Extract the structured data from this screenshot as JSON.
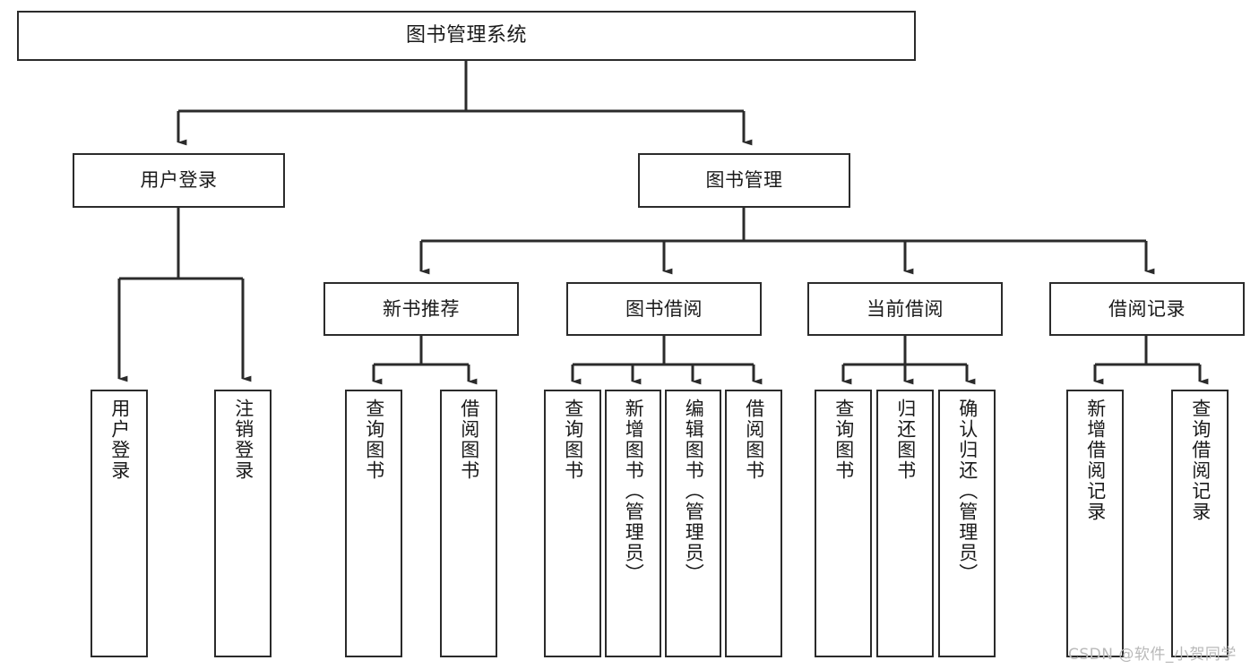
{
  "diagram": {
    "type": "tree-hierarchy",
    "title": "图书管理系统",
    "watermark": "CSDN @软件_小贺同学",
    "colors": {
      "stroke": "#2b2b2b",
      "fill": "#ffffff",
      "text": "#1a1a1a",
      "watermark": "#b9b9b9"
    },
    "nodes": {
      "root": {
        "label": "图书管理系统"
      },
      "level2": [
        {
          "id": "user-login",
          "label": "用户登录"
        },
        {
          "id": "book-manage",
          "label": "图书管理"
        }
      ],
      "level3": [
        {
          "id": "new-book-recommend",
          "label": "新书推荐"
        },
        {
          "id": "book-borrow",
          "label": "图书借阅"
        },
        {
          "id": "current-borrow",
          "label": "当前借阅"
        },
        {
          "id": "borrow-record",
          "label": "借阅记录"
        }
      ],
      "leaves": {
        "user-login": [
          {
            "id": "leaf-user-login",
            "label": "用户登录"
          },
          {
            "id": "leaf-logout-login",
            "label": "注销登录"
          }
        ],
        "new-book-recommend": [
          {
            "id": "leaf-query-book-1",
            "label": "查询图书"
          },
          {
            "id": "leaf-borrow-book-1",
            "label": "借阅图书"
          }
        ],
        "book-borrow": [
          {
            "id": "leaf-query-book-2",
            "label": "查询图书"
          },
          {
            "id": "leaf-add-book",
            "label": "新增图书（管理员）"
          },
          {
            "id": "leaf-edit-book",
            "label": "编辑图书（管理员）"
          },
          {
            "id": "leaf-borrow-book-2",
            "label": "借阅图书"
          }
        ],
        "current-borrow": [
          {
            "id": "leaf-query-book-3",
            "label": "查询图书"
          },
          {
            "id": "leaf-return-book",
            "label": "归还图书"
          },
          {
            "id": "leaf-confirm-return",
            "label": "确认归还（管理员）"
          }
        ],
        "borrow-record": [
          {
            "id": "leaf-add-record",
            "label": "新增借阅记录"
          },
          {
            "id": "leaf-query-record",
            "label": "查询借阅记录"
          }
        ]
      }
    }
  }
}
